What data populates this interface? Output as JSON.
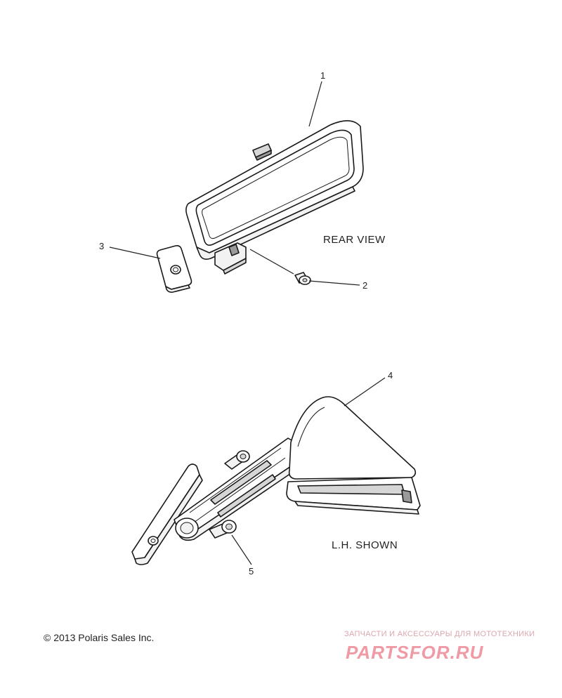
{
  "callouts": {
    "part1": "1",
    "part2": "2",
    "part3": "3",
    "part4": "4",
    "part5": "5"
  },
  "captions": {
    "rear_view": "REAR VIEW",
    "lh_shown": "L.H. SHOWN"
  },
  "copyright": "© 2013 Polaris Sales Inc.",
  "watermark": {
    "tagline": "ЗАПЧАСТИ И АКСЕССУАРЫ ДЛЯ МОТОТЕХНИКИ",
    "logo": "PARTSFOR.RU"
  }
}
